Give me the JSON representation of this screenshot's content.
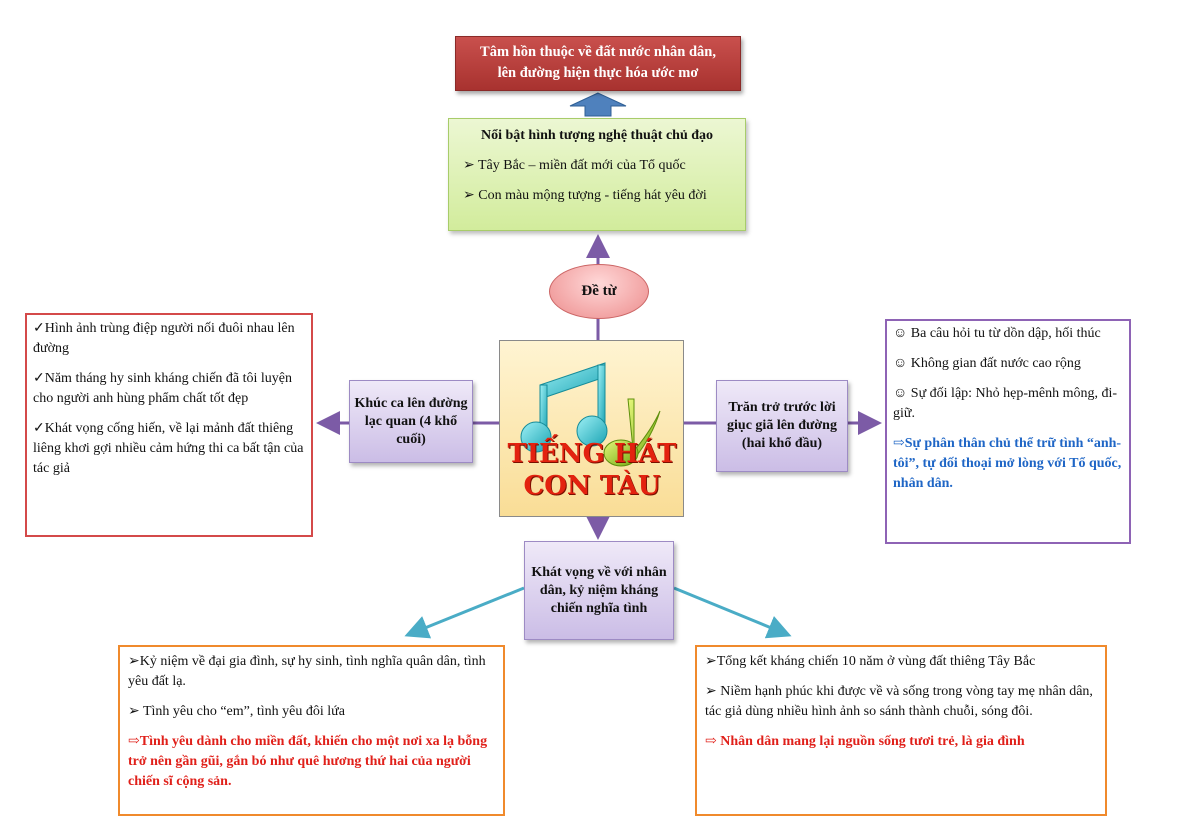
{
  "top_box": {
    "line1": "Tâm hồn thuộc về đất nước nhân dân,",
    "line2": "lên đường hiện thực hóa ước mơ"
  },
  "green_box": {
    "title": "Nổi bật hình tượng nghệ thuật chủ đạo",
    "items": [
      "➢ Tây Bắc – miền đất mới của Tổ quốc",
      "➢ Con màu mộng tượng  - tiếng hát yêu đời"
    ]
  },
  "oval": {
    "label": "Đề từ"
  },
  "center": {
    "line1": "TIẾNG HÁT",
    "line2": "CON TÀU"
  },
  "left_purple": {
    "label": "Khúc ca lên đường lạc quan (4 khổ cuối)"
  },
  "right_purple": {
    "label": "Trăn trở trước lời giục giã lên đường (hai khổ đầu)"
  },
  "bottom_purple": {
    "label": "Khát vọng về với nhân dân, kỷ niệm kháng chiến nghĩa tình"
  },
  "left_box": {
    "items": [
      "✓Hình ảnh trùng điệp người nối đuôi nhau lên đường",
      "✓Năm tháng hy sinh kháng chiến đã tôi luyện cho người anh hùng phẩm chất tốt đẹp",
      "✓Khát vọng cống hiến, về lại mảnh đất thiêng liêng khơi gợi nhiều cảm hứng thi ca bất tận của tác giả"
    ]
  },
  "right_box": {
    "items": [
      "☺ Ba câu hỏi tu từ dồn dập, hối thúc",
      "☺ Không gian đất nước cao rộng",
      "☺ Sự đối lập: Nhỏ hẹp-mênh mông, đi-giữ."
    ],
    "conclusion": "⇨Sự phân thân chủ thể trữ tình “anh-tôi”, tự đối thoại mở lòng với Tổ quốc, nhân dân."
  },
  "bottom_left_box": {
    "items": [
      "➢Kỷ niệm về đại gia đình, sự hy sinh, tình nghĩa quân dân, tình yêu đất lạ.",
      "➢ Tình yêu cho “em”, tình yêu đôi lứa"
    ],
    "conclusion": "⇨Tình yêu dành cho miền đất, khiến cho một nơi xa lạ bỗng trở nên gần gũi, gắn bó như quê hương thứ hai của người chiến sĩ cộng sản."
  },
  "bottom_right_box": {
    "items": [
      "➢Tổng kết kháng chiến 10 năm ở vùng đất thiêng Tây Bắc",
      "➢ Niềm hạnh phúc khi được về và sống trong vòng tay mẹ nhân dân, tác giả dùng nhiều hình ảnh so sánh thành chuỗi, sóng đôi."
    ],
    "conclusion": "⇨ Nhân dân mang lại nguồn sống tươi trẻ, là gia đình"
  },
  "colors": {
    "top_box": "#b23b38",
    "green_box": "#d6edaa",
    "purple_box": "#d3c6ea",
    "arrow_purple": "#7c5ba6",
    "arrow_blue": "#4f81bd",
    "teal_line": "#4aacc6",
    "left_box_border": "#d44a4a",
    "right_box_border": "#8e63b5",
    "orange_border": "#f08a2c",
    "conclusion_blue": "#1f66c6",
    "conclusion_red": "#e0201a"
  }
}
